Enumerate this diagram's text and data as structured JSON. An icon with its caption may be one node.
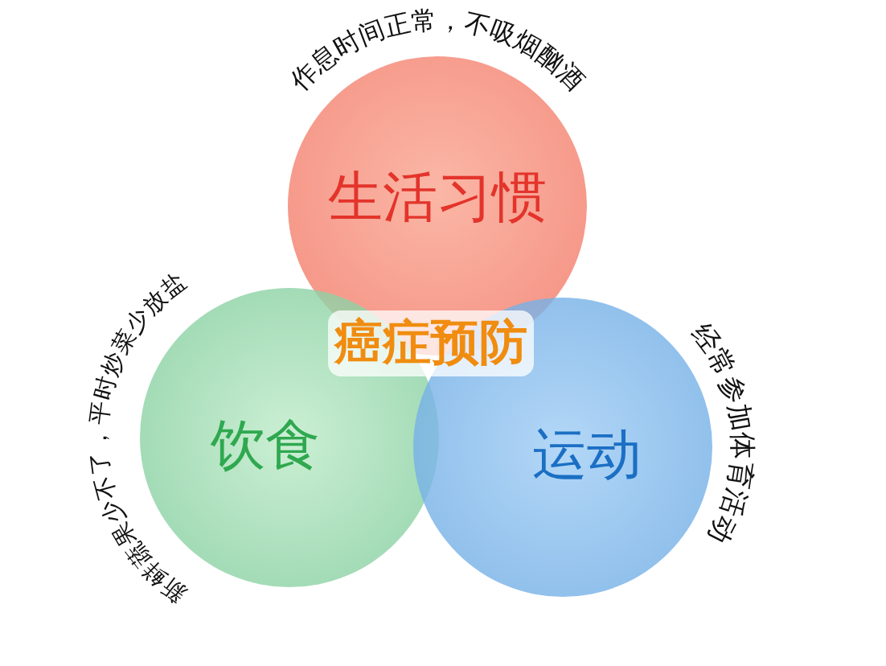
{
  "diagram": {
    "nodes": [
      {
        "text": [
          "生活习惯"
        ],
        "beside": [
          "作息时间正常，不吸烟酗酒"
        ]
      },
      {
        "text": [
          "饮食"
        ],
        "beside": [
          "新鲜蔬果少不了，平时炒菜少放盐"
        ]
      },
      {
        "text": [
          "运动"
        ],
        "beside": [
          "经常参加体育活动"
        ]
      }
    ],
    "edges": [],
    "labels": [
      "癌症预防"
    ]
  }
}
